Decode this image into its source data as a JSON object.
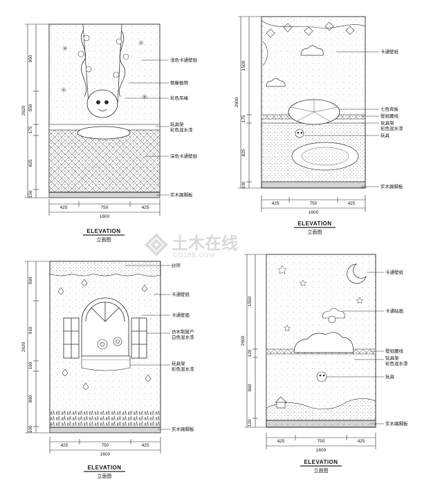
{
  "watermark": {
    "brand": "土木在线",
    "site": "CO188.COM"
  },
  "panels": [
    {
      "vdims": [
        "950",
        "550",
        "175",
        "825",
        "150"
      ],
      "total": "2620",
      "hdims": [
        "425",
        "750",
        "425"
      ],
      "width": "1600",
      "callouts": [
        "浅色卡通壁纸",
        "侧藤植物",
        "彩色吊绳",
        "玩具架",
        "彩色混水漆",
        "深色卡通壁纸",
        "实木踢脚板"
      ],
      "title": "ELEVATION",
      "subtitle": "立面图"
    },
    {
      "vdims": [
        "1500",
        "175",
        "825",
        "100"
      ],
      "total": "2600",
      "hdims": [
        "425",
        "750",
        "425"
      ],
      "width": "1600",
      "callouts": [
        "卡通壁纸",
        "七色背板",
        "壁纸腰线",
        "玩具架",
        "彩色混水漆",
        "玩具",
        "实木踢脚板"
      ],
      "title": "ELEVATION",
      "subtitle": "立面图"
    },
    {
      "vdims": [
        "590",
        "910",
        "160",
        "860",
        "100"
      ],
      "total": "2620",
      "hdims": [
        "425",
        "750",
        "425"
      ],
      "width": "1600",
      "callouts": [
        "纱帘",
        "卡通壁纸",
        "卡通壁画",
        "仿木制窗户",
        "白色混水漆",
        "玩具架",
        "彩色混水漆",
        "实木踢脚板"
      ],
      "title": "ELEVATION",
      "subtitle": "立面图"
    },
    {
      "vdims": [
        "1550",
        "120",
        "860",
        "120"
      ],
      "total": "2600",
      "hdims": [
        "425",
        "750",
        "425"
      ],
      "width": "1600",
      "callouts": [
        "卡通壁纸",
        "卡通贴画",
        "壁纸腰线",
        "玩具架",
        "彩色混水漆",
        "玩具",
        "实木踢脚板"
      ],
      "title": "ELEVATION",
      "subtitle": "立面图"
    }
  ]
}
